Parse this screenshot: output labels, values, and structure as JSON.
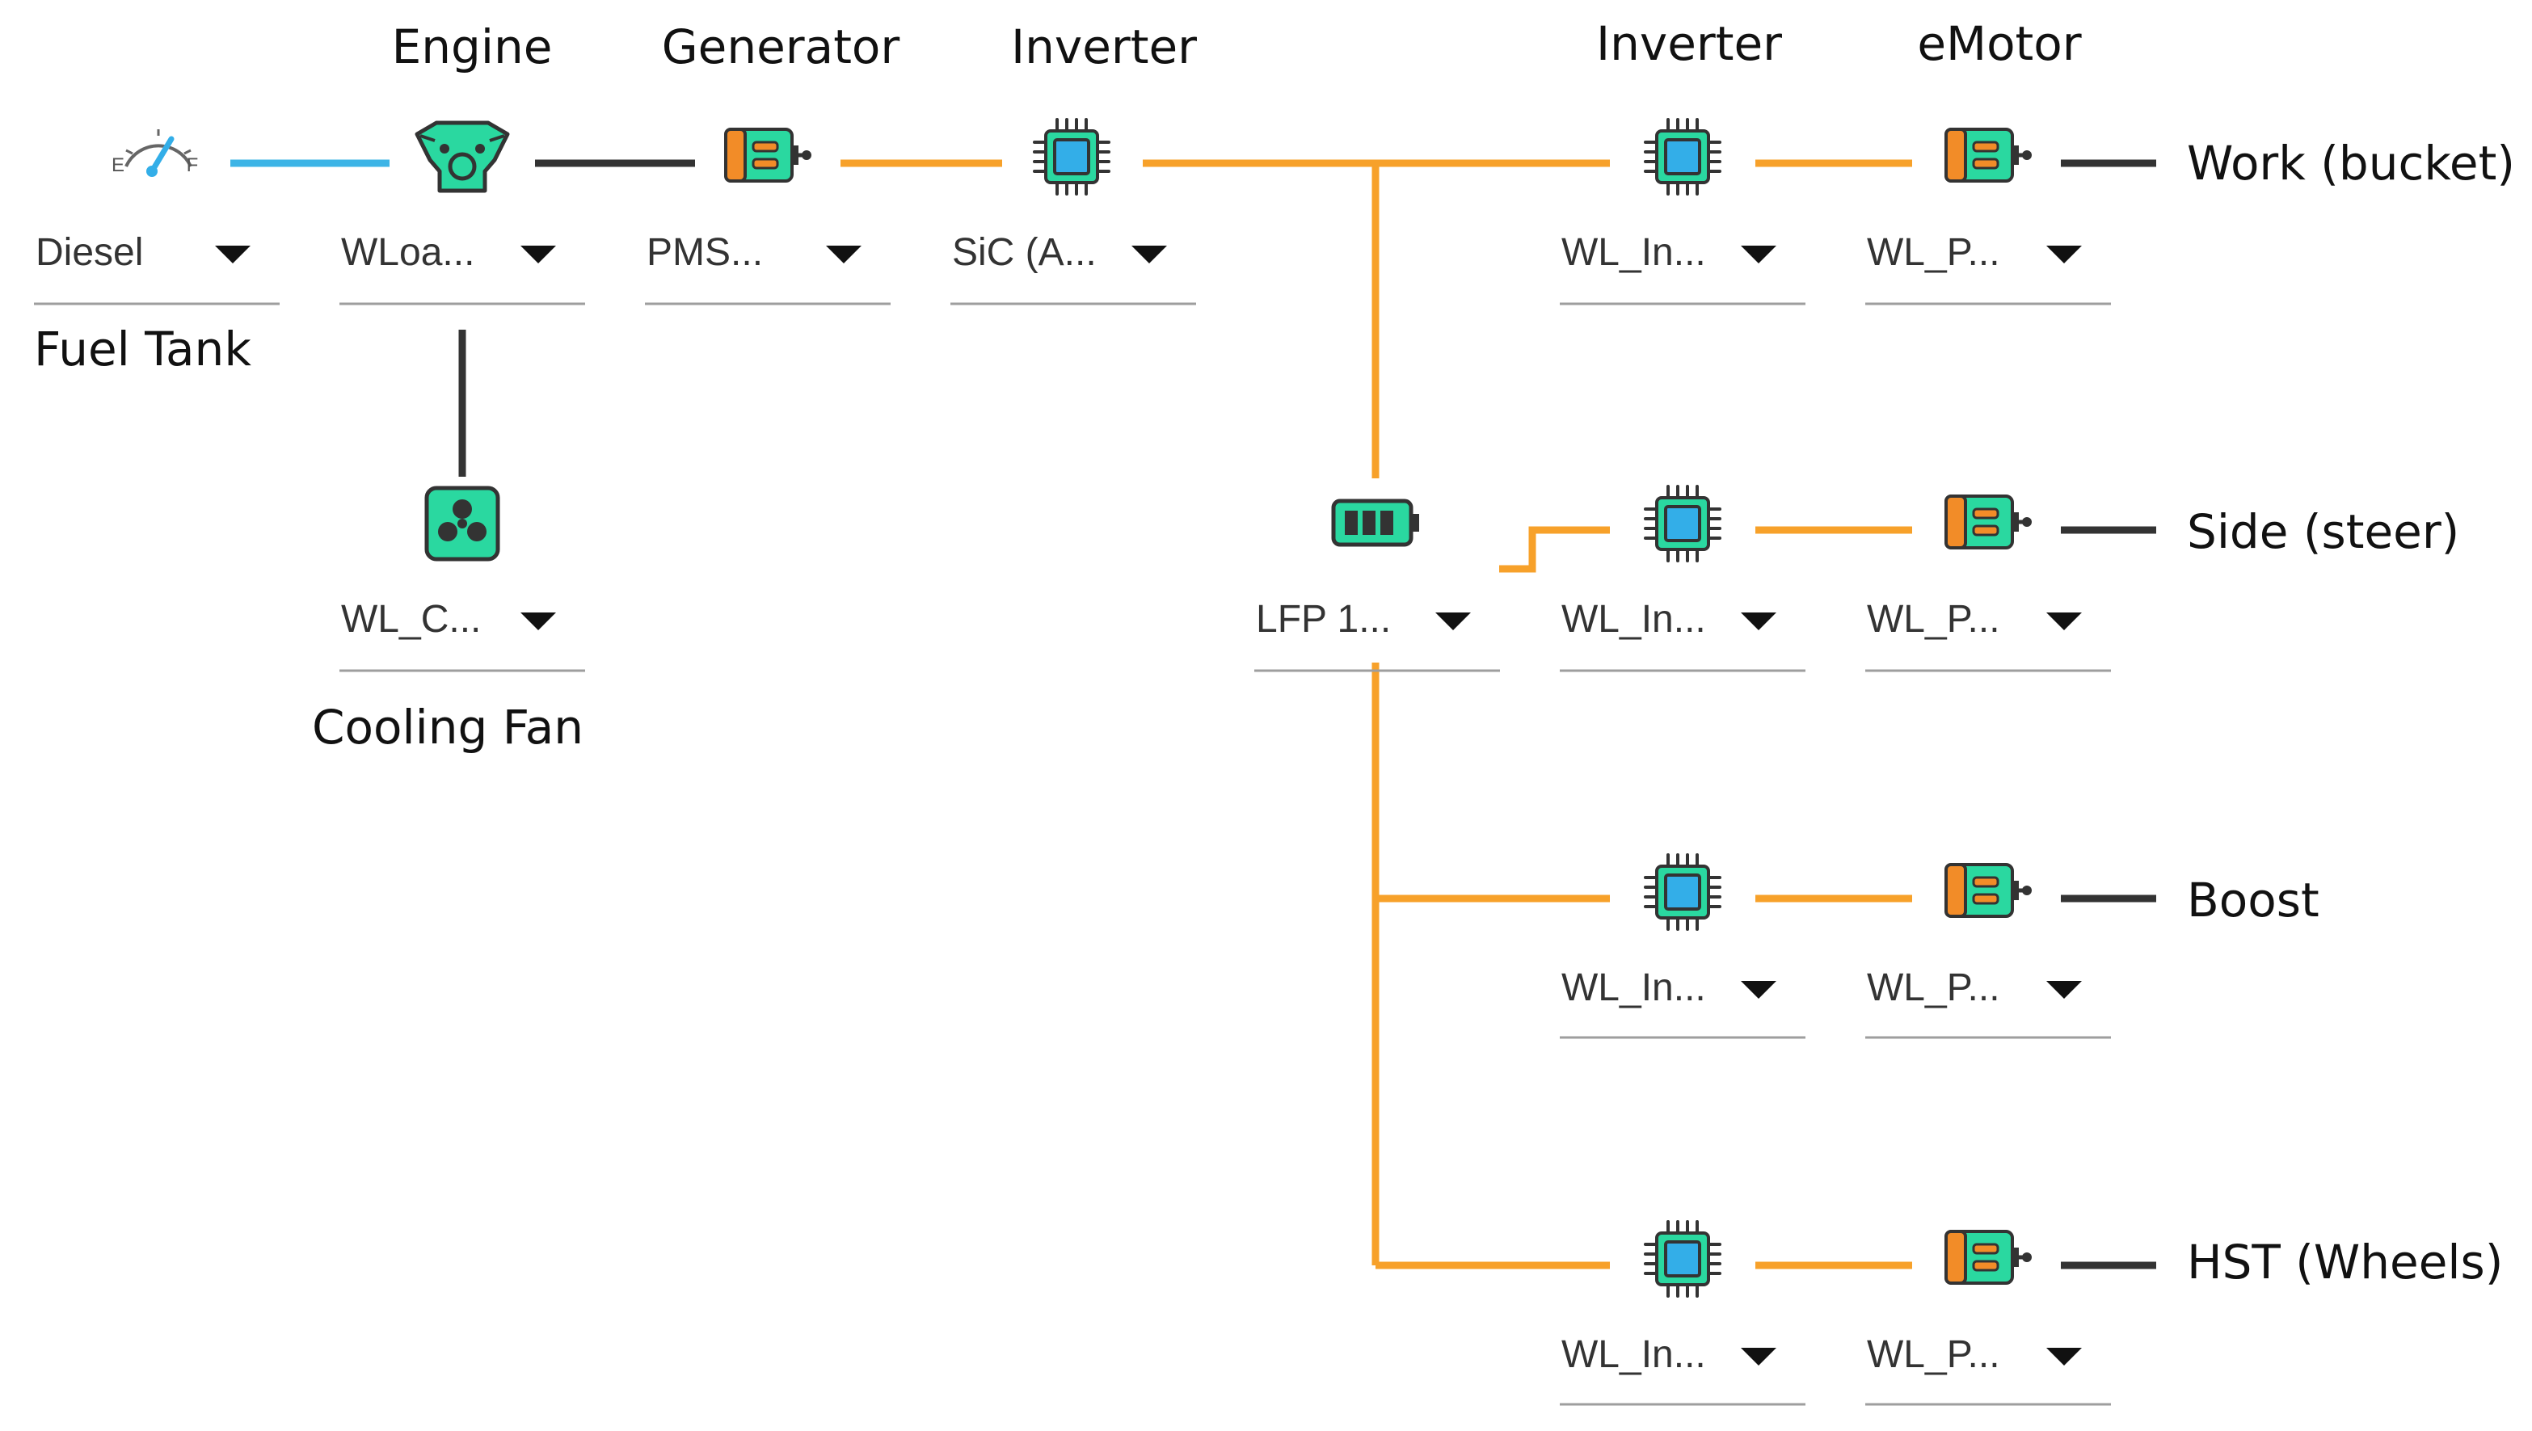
{
  "headings": {
    "engine": "Engine",
    "generator": "Generator",
    "inverter_main": "Inverter",
    "inverter_branch": "Inverter",
    "emotor": "eMotor"
  },
  "labels": {
    "fuel_tank": "Fuel Tank",
    "cooling_fan": "Cooling Fan"
  },
  "rows": {
    "work": "Work (bucket)",
    "side": "Side (steer)",
    "boost": "Boost",
    "hst": "HST (Wheels)"
  },
  "fuel_gauge": {
    "empty": "E",
    "full": "F"
  },
  "dropdowns": {
    "fuel": "Diesel",
    "engine": "WLoa...",
    "cooling": "WL_C...",
    "generator": "PMS...",
    "inverter_main": "SiC (A...",
    "battery": "LFP 1...",
    "inv_work": "WL_In...",
    "inv_side": "WL_In...",
    "inv_boost": "WL_In...",
    "inv_hst": "WL_In...",
    "mot_work": "WL_P...",
    "mot_side": "WL_P...",
    "mot_boost": "WL_P...",
    "mot_hst": "WL_P..."
  },
  "colors": {
    "fuel_line": "#3cb4e6",
    "electric_line": "#f7a12a",
    "mechanical_line": "#333333",
    "component_green": "#2ad8a0",
    "chip_blue": "#33aee8",
    "motor_orange": "#f28c28",
    "dropdown_underline": "#9e9e9e"
  },
  "icons": {
    "fuel": "fuel-gauge-icon",
    "engine": "engine-icon",
    "generator": "motor-icon",
    "inverter": "chip-icon",
    "battery": "battery-icon",
    "fan": "fan-icon"
  }
}
